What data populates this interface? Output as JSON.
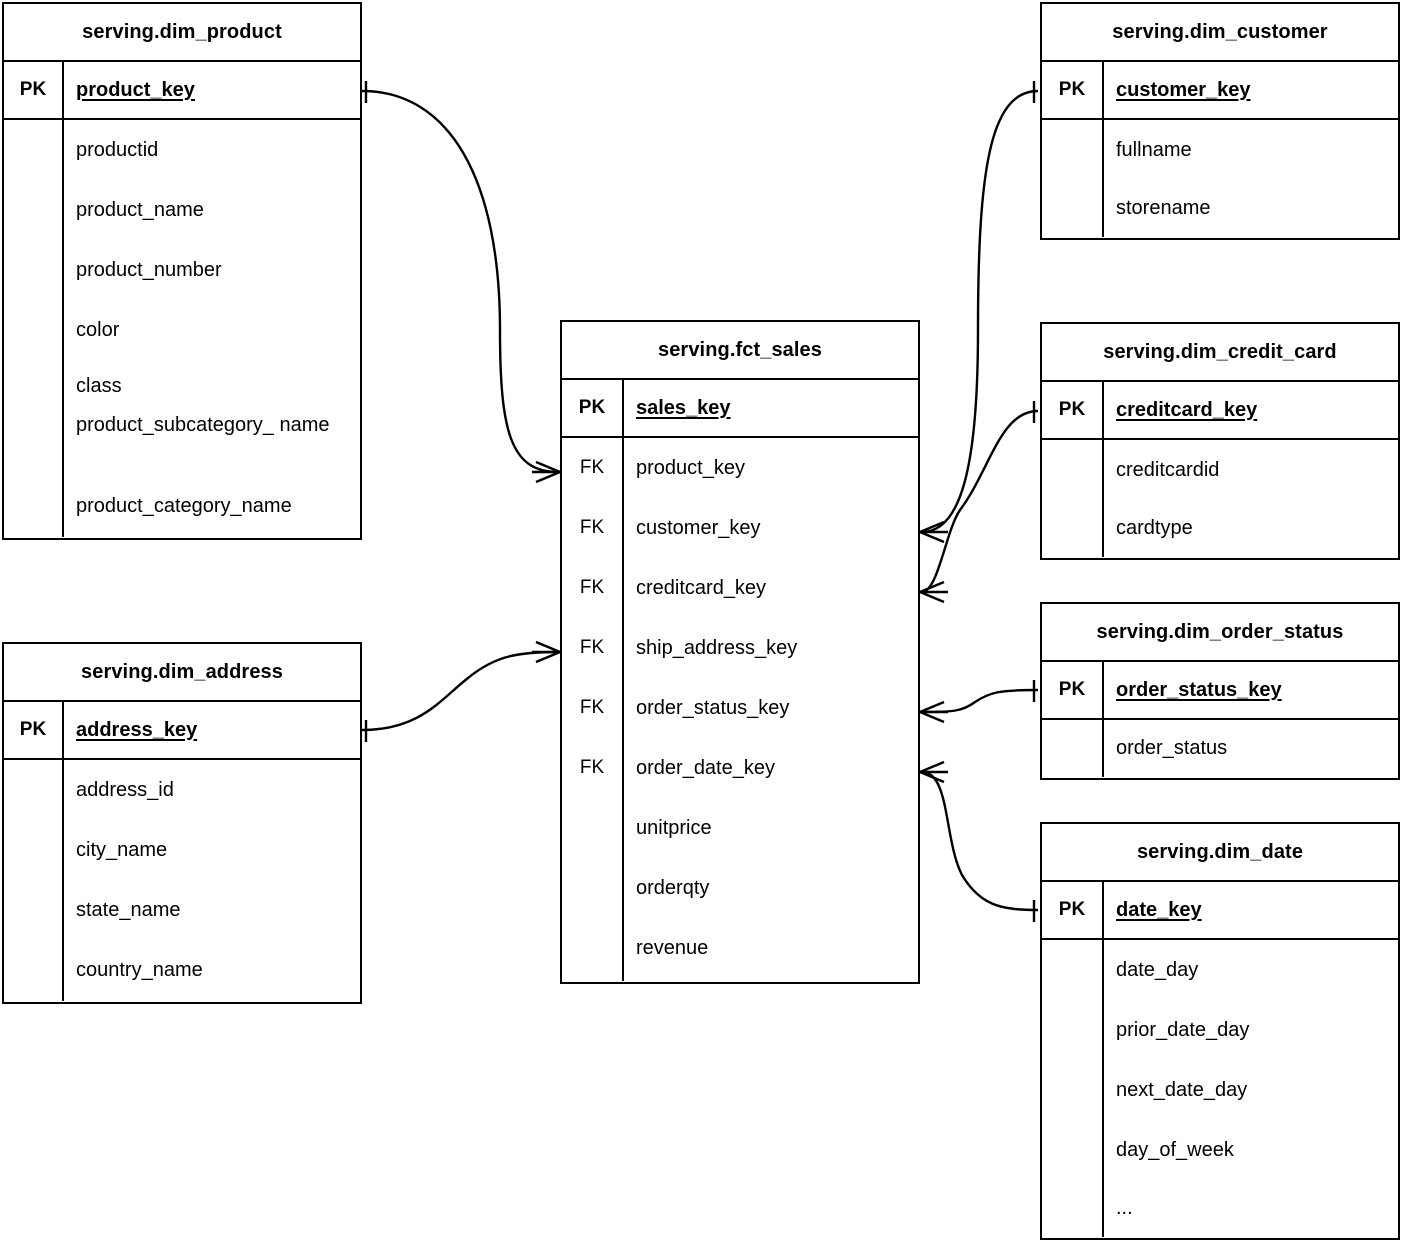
{
  "diagram": {
    "title": "Star schema ERD",
    "notation": "crow's foot",
    "line_color": "#000000",
    "background": "#ffffff"
  },
  "entities": {
    "dim_product": {
      "name": "serving.dim_product",
      "pk_label": "PK",
      "pk_field": "product_key",
      "attributes": [
        "productid",
        "product_name",
        "product_number",
        "color",
        "class",
        "product_subcategory_\nname",
        "product_category_name"
      ]
    },
    "dim_address": {
      "name": "serving.dim_address",
      "pk_label": "PK",
      "pk_field": "address_key",
      "attributes": [
        "address_id",
        "city_name",
        "state_name",
        "country_name"
      ]
    },
    "fct_sales": {
      "name": "serving.fct_sales",
      "pk_label": "PK",
      "pk_field": "sales_key",
      "fk_label": "FK",
      "foreign_keys": [
        "product_key",
        "customer_key",
        "creditcard_key",
        "ship_address_key",
        "order_status_key",
        "order_date_key"
      ],
      "measures": [
        "unitprice",
        "orderqty",
        "revenue"
      ]
    },
    "dim_customer": {
      "name": "serving.dim_customer",
      "pk_label": "PK",
      "pk_field": "customer_key",
      "attributes": [
        "fullname",
        "storename"
      ]
    },
    "dim_credit_card": {
      "name": "serving.dim_credit_card",
      "pk_label": "PK",
      "pk_field": "creditcard_key",
      "attributes": [
        "creditcardid",
        "cardtype"
      ]
    },
    "dim_order_status": {
      "name": "serving.dim_order_status",
      "pk_label": "PK",
      "pk_field": "order_status_key",
      "attributes": [
        "order_status"
      ]
    },
    "dim_date": {
      "name": "serving.dim_date",
      "pk_label": "PK",
      "pk_field": "date_key",
      "attributes": [
        "date_day",
        "prior_date_day",
        "next_date_day",
        "day_of_week",
        "..."
      ]
    }
  },
  "relationships": [
    {
      "from": "dim_product",
      "from_field": "product_key",
      "to": "fct_sales",
      "to_field": "product_key",
      "cardinality": "one-to-many"
    },
    {
      "from": "dim_address",
      "from_field": "address_key",
      "to": "fct_sales",
      "to_field": "ship_address_key",
      "cardinality": "one-to-many"
    },
    {
      "from": "dim_customer",
      "from_field": "customer_key",
      "to": "fct_sales",
      "to_field": "customer_key",
      "cardinality": "one-to-many"
    },
    {
      "from": "dim_credit_card",
      "from_field": "creditcard_key",
      "to": "fct_sales",
      "to_field": "creditcard_key",
      "cardinality": "one-to-many"
    },
    {
      "from": "dim_order_status",
      "from_field": "order_status_key",
      "to": "fct_sales",
      "to_field": "order_status_key",
      "cardinality": "one-to-many"
    },
    {
      "from": "dim_date",
      "from_field": "date_key",
      "to": "fct_sales",
      "to_field": "order_date_key",
      "cardinality": "one-to-many"
    }
  ]
}
